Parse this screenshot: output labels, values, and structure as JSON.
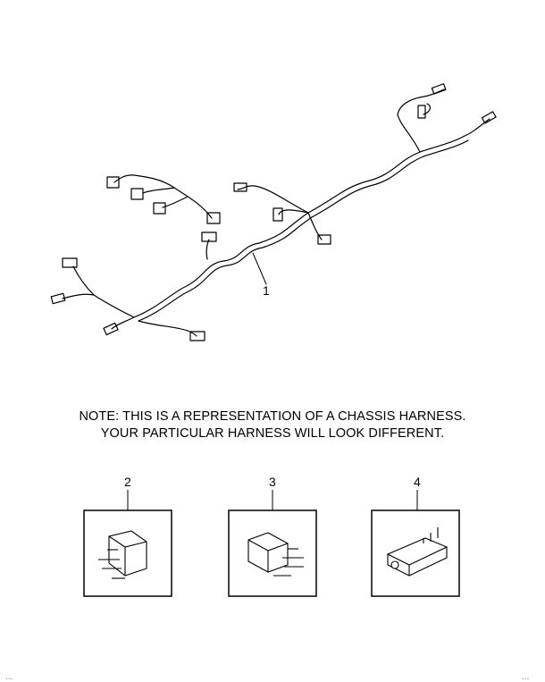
{
  "harness": {
    "callout_number": "1"
  },
  "note": {
    "line1": "NOTE: THIS IS A REPRESENTATION OF A CHASSIS HARNESS.",
    "line2": "YOUR PARTICULAR HARNESS WILL LOOK DIFFERENT."
  },
  "relays": [
    {
      "callout": "2"
    },
    {
      "callout": "3"
    },
    {
      "callout": "4"
    }
  ],
  "footer": {
    "left": "...",
    "right": "..."
  }
}
